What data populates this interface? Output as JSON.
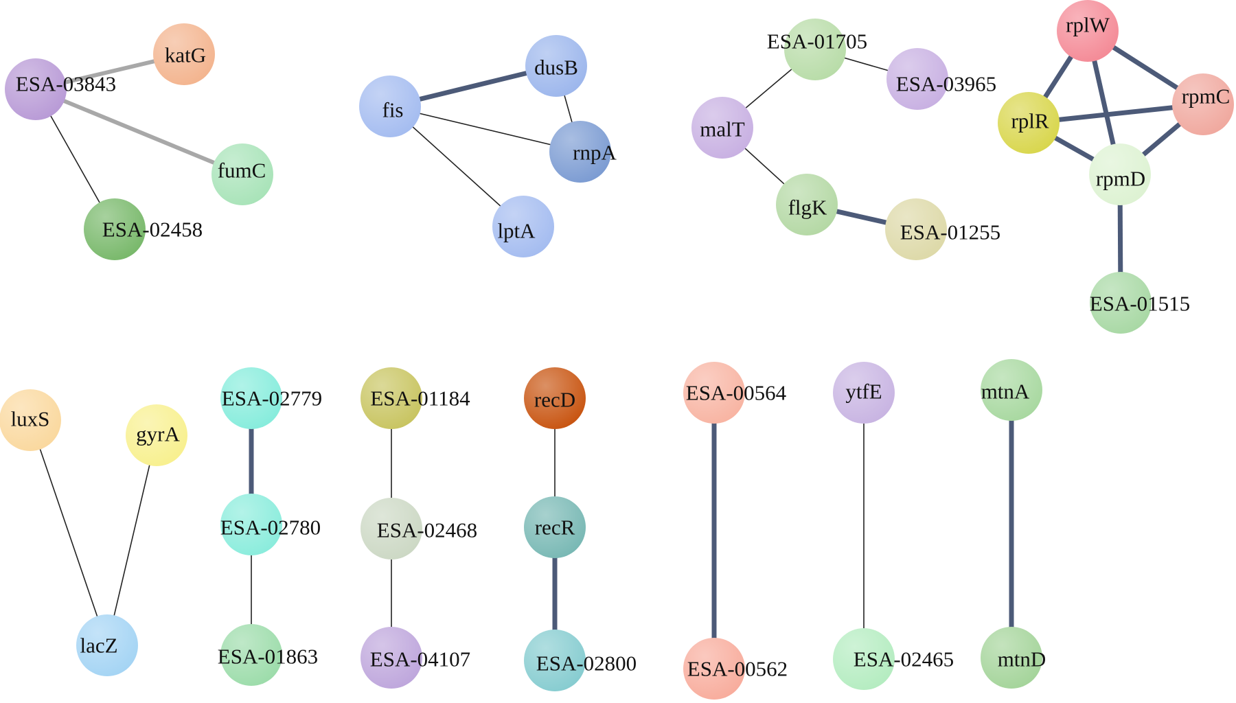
{
  "nodes": [
    {
      "id": "ESA-03843",
      "label": "ESA-03843",
      "color": "#b89ad6"
    },
    {
      "id": "katG",
      "label": "katG",
      "color": "#f3b48e"
    },
    {
      "id": "fumC",
      "label": "fumC",
      "color": "#a8e3b8"
    },
    {
      "id": "ESA-02458",
      "label": "ESA-02458",
      "color": "#78b86a"
    },
    {
      "id": "dusB",
      "label": "dusB",
      "color": "#9cb6ec"
    },
    {
      "id": "fis",
      "label": "fis",
      "color": "#a4bcf0"
    },
    {
      "id": "rnpA",
      "label": "rnpA",
      "color": "#7b9bd2"
    },
    {
      "id": "lptA",
      "label": "lptA",
      "color": "#a4bcf0"
    },
    {
      "id": "ESA-01705",
      "label": "ESA-01705",
      "color": "#b8dca8"
    },
    {
      "id": "ESA-03965",
      "label": "ESA-03965",
      "color": "#c8b0e2"
    },
    {
      "id": "malT",
      "label": "malT",
      "color": "#c8b0e2"
    },
    {
      "id": "flgK",
      "label": "flgK",
      "color": "#b4d8a4"
    },
    {
      "id": "ESA-01255",
      "label": "ESA-01255",
      "color": "#ddd9a8"
    },
    {
      "id": "rplW",
      "label": "rplW",
      "color": "#f48a96"
    },
    {
      "id": "rpmC",
      "label": "rpmC",
      "color": "#f0a89e"
    },
    {
      "id": "rplR",
      "label": "rplR",
      "color": "#d8d64c"
    },
    {
      "id": "rpmD",
      "label": "rpmD",
      "color": "#ddf2d2"
    },
    {
      "id": "ESA-01515",
      "label": "ESA-01515",
      "color": "#a8d8a4"
    },
    {
      "id": "luxS",
      "label": "luxS",
      "color": "#fad89e"
    },
    {
      "id": "gyrA",
      "label": "gyrA",
      "color": "#f8f08e"
    },
    {
      "id": "lacZ",
      "label": "lacZ",
      "color": "#a4d4f4"
    },
    {
      "id": "ESA-02779",
      "label": "ESA-02779",
      "color": "#86ecdc"
    },
    {
      "id": "ESA-02780",
      "label": "ESA-02780",
      "color": "#8aecdc"
    },
    {
      "id": "ESA-01863",
      "label": "ESA-01863",
      "color": "#9cdcaa"
    },
    {
      "id": "ESA-01184",
      "label": "ESA-01184",
      "color": "#c8c460"
    },
    {
      "id": "ESA-02468",
      "label": "ESA-02468",
      "color": "#ccd8c4"
    },
    {
      "id": "ESA-04107",
      "label": "ESA-04107",
      "color": "#bea6dc"
    },
    {
      "id": "recD",
      "label": "recD",
      "color": "#c85410"
    },
    {
      "id": "recR",
      "label": "recR",
      "color": "#78b8b4"
    },
    {
      "id": "ESA-02800",
      "label": "ESA-02800",
      "color": "#86ccd0"
    },
    {
      "id": "ESA-00564",
      "label": "ESA-00564",
      "color": "#f8b4a2"
    },
    {
      "id": "ESA-00562",
      "label": "ESA-00562",
      "color": "#f8ac9c"
    },
    {
      "id": "ytfE",
      "label": "ytfE",
      "color": "#c8b4e2"
    },
    {
      "id": "ESA-02465",
      "label": "ESA-02465",
      "color": "#b4ecc0"
    },
    {
      "id": "mtnA",
      "label": "mtnA",
      "color": "#a8d8a0"
    },
    {
      "id": "mtnD",
      "label": "mtnD",
      "color": "#a4d49a"
    }
  ],
  "edges": [
    {
      "source": "ESA-03843",
      "target": "katG",
      "weight": "medium",
      "color": "#a8a8a8"
    },
    {
      "source": "ESA-03843",
      "target": "fumC",
      "weight": "medium",
      "color": "#a8a8a8"
    },
    {
      "source": "ESA-03843",
      "target": "ESA-02458",
      "weight": "thin",
      "color": "#222222"
    },
    {
      "source": "fis",
      "target": "dusB",
      "weight": "thick",
      "color": "#4c5a78"
    },
    {
      "source": "dusB",
      "target": "rnpA",
      "weight": "thin",
      "color": "#222222"
    },
    {
      "source": "fis",
      "target": "rnpA",
      "weight": "thin",
      "color": "#222222"
    },
    {
      "source": "fis",
      "target": "lptA",
      "weight": "thin",
      "color": "#222222"
    },
    {
      "source": "ESA-01705",
      "target": "ESA-03965",
      "weight": "thin",
      "color": "#222222"
    },
    {
      "source": "ESA-01705",
      "target": "malT",
      "weight": "thin",
      "color": "#222222"
    },
    {
      "source": "malT",
      "target": "flgK",
      "weight": "thin",
      "color": "#222222"
    },
    {
      "source": "flgK",
      "target": "ESA-01255",
      "weight": "thick",
      "color": "#4c5a78"
    },
    {
      "source": "rplW",
      "target": "rplR",
      "weight": "thick",
      "color": "#4c5a78"
    },
    {
      "source": "rplW",
      "target": "rpmC",
      "weight": "thick",
      "color": "#4c5a78"
    },
    {
      "source": "rplW",
      "target": "rpmD",
      "weight": "thick",
      "color": "#4c5a78"
    },
    {
      "source": "rplR",
      "target": "rpmC",
      "weight": "thick",
      "color": "#4c5a78"
    },
    {
      "source": "rplR",
      "target": "rpmD",
      "weight": "thick",
      "color": "#4c5a78"
    },
    {
      "source": "rpmC",
      "target": "rpmD",
      "weight": "thick",
      "color": "#4c5a78"
    },
    {
      "source": "rpmD",
      "target": "ESA-01515",
      "weight": "thick",
      "color": "#4c5a78"
    },
    {
      "source": "luxS",
      "target": "lacZ",
      "weight": "thin",
      "color": "#222222"
    },
    {
      "source": "gyrA",
      "target": "lacZ",
      "weight": "thin",
      "color": "#222222"
    },
    {
      "source": "ESA-02779",
      "target": "ESA-02780",
      "weight": "thick",
      "color": "#4c5a78"
    },
    {
      "source": "ESA-02780",
      "target": "ESA-01863",
      "weight": "thin",
      "color": "#222222"
    },
    {
      "source": "ESA-01184",
      "target": "ESA-02468",
      "weight": "thin",
      "color": "#222222"
    },
    {
      "source": "ESA-02468",
      "target": "ESA-04107",
      "weight": "thin",
      "color": "#222222"
    },
    {
      "source": "recD",
      "target": "recR",
      "weight": "thin",
      "color": "#222222"
    },
    {
      "source": "recR",
      "target": "ESA-02800",
      "weight": "thick",
      "color": "#4c5a78"
    },
    {
      "source": "ESA-00564",
      "target": "ESA-00562",
      "weight": "thick",
      "color": "#4c5a78"
    },
    {
      "source": "ytfE",
      "target": "ESA-02465",
      "weight": "thin",
      "color": "#222222"
    },
    {
      "source": "mtnA",
      "target": "mtnD",
      "weight": "thick",
      "color": "#4c5a78"
    }
  ]
}
